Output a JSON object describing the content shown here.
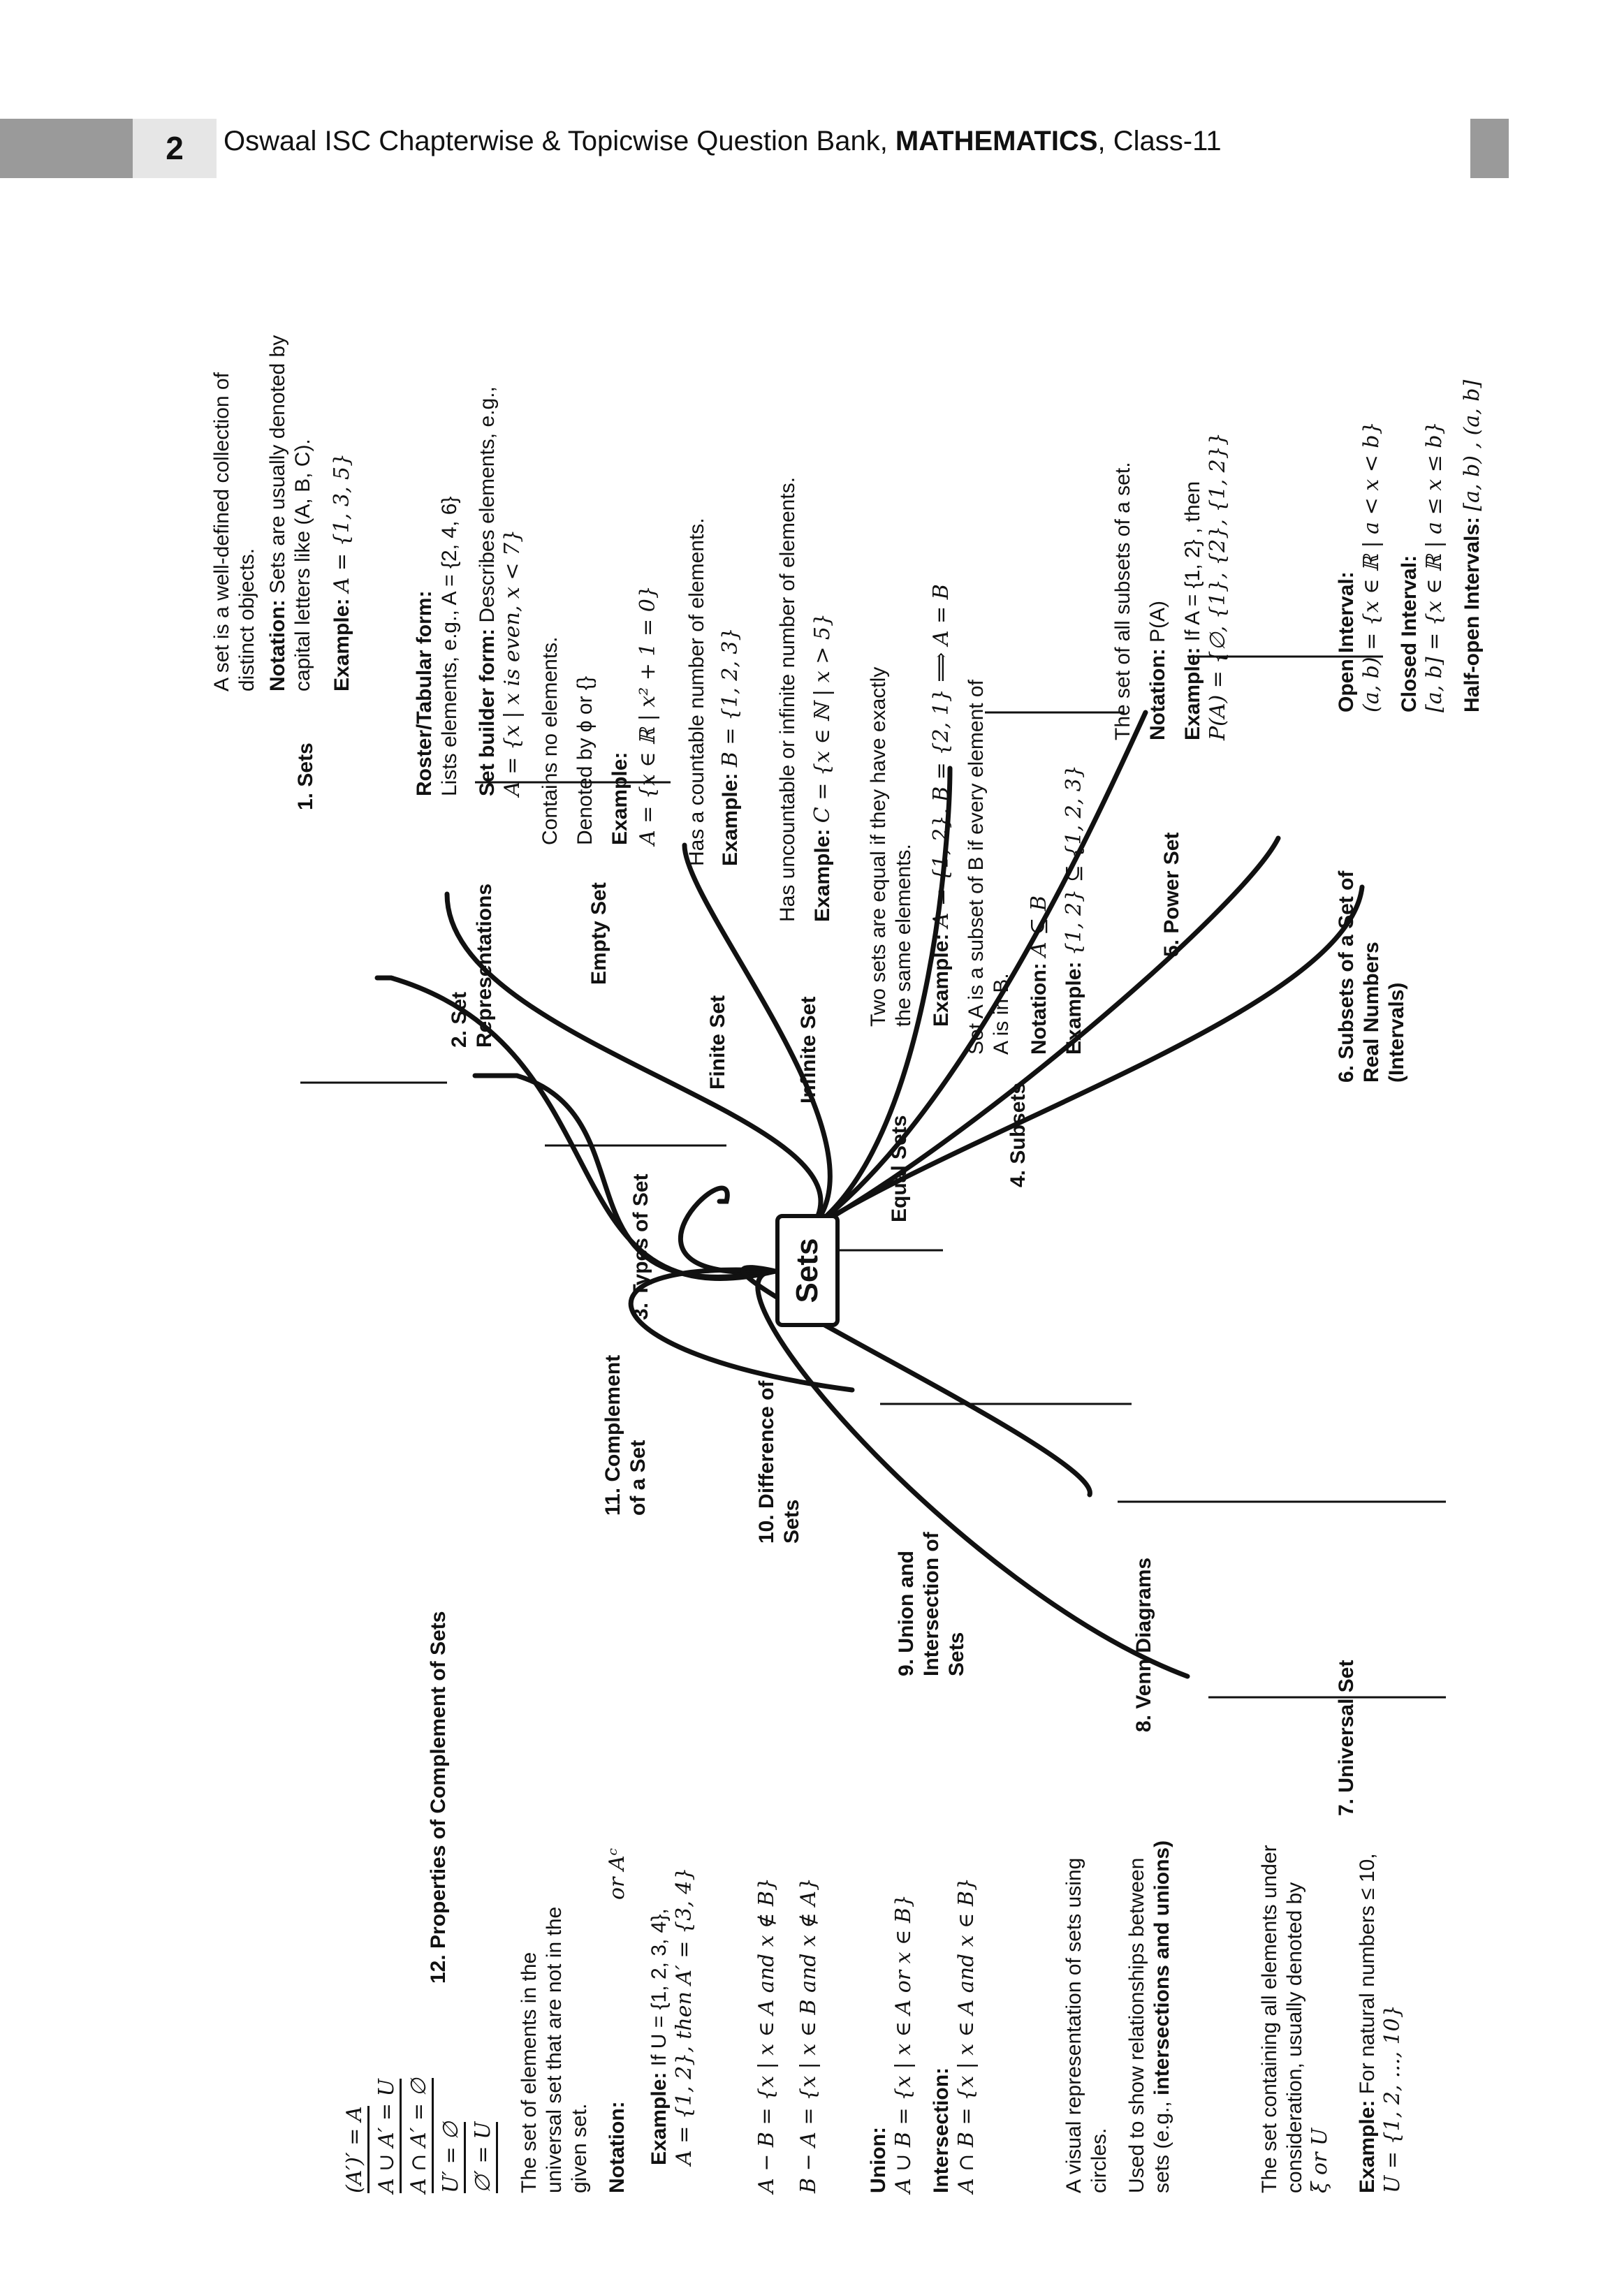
{
  "header": {
    "page_number": "2",
    "title_prefix": "Oswaal ISC Chapterwise & Topicwise Question Bank, ",
    "title_bold": "MATHEMATICS",
    "title_suffix": ", Class-11"
  },
  "center": "Sets",
  "topics": {
    "sets": {
      "label": "1. Sets",
      "definition_1": "A set is a well-defined collection of",
      "definition_2": "distinct objects.",
      "notation_label": "Notation:",
      "notation_1": "Sets are usually denoted by",
      "notation_2": "capital letters like (A, B, C).",
      "example_label": "Example:",
      "example": "A = {1, 3, 5}"
    },
    "representations": {
      "label_1": "2. Set",
      "label_2": "Representations",
      "roster_label": "Roster/Tabular form:",
      "roster_text": "Lists elements, e.g., A = {2, 4, 6}",
      "builder_label": "Set builder form:",
      "builder_text": "Describes elements,  e.g.,",
      "builder_example": "A = {x | x is even, x < 7}"
    },
    "types": {
      "label": "3. Types of Set",
      "empty_label": "Empty Set",
      "empty_1": "Contains no elements.",
      "empty_2": "Denoted by ϕ  or  {}",
      "empty_example_label": "Example:",
      "empty_example": "A = {x ∈ ℝ | x² + 1 = 0}",
      "finite_label": "Finite Set",
      "finite_1": "Has a countable number of elements.",
      "finite_example_label": "Example:",
      "finite_example": "B = {1, 2, 3}",
      "infinite_label": "Infinite Set",
      "infinite_1": "Has uncountable or infinite number of elements.",
      "infinite_example_label": "Example:",
      "infinite_example": "C = {x ∈ ℕ | x > 5}",
      "equal_label": "Equal Sets",
      "equal_1": "Two sets are equal if they have exactly",
      "equal_2": "the same elements.",
      "equal_example_label": "Example:",
      "equal_example": "A = {1, 2}, B = {2, 1} ⟹ A = B"
    },
    "subsets": {
      "label": "4. Subsets",
      "def_1": "Set  A  is a subset of B if every element of",
      "def_2": "A is in B.",
      "notation_label": "Notation:",
      "notation": "A ⊆ B",
      "example_label": "Example:",
      "example": "{1, 2} ⊆ {1, 2, 3}"
    },
    "power_set": {
      "label": "5. Power Set",
      "def": "The set of all subsets of a set.",
      "notation_label": "Notation:",
      "notation": "P(A)",
      "example_label": "Example:",
      "example_1": "If A = {1, 2} , then",
      "example_2": "P(A) = {∅, {1}, {2}, {1, 2}}"
    },
    "intervals": {
      "label_1": "6. Subsets of a Set of",
      "label_2": "Real Numbers",
      "label_3": "(Intervals)",
      "open_label": "Open Interval:",
      "open": "(a, b) = {x ∈ ℝ | a < x < b}",
      "closed_label": "Closed Interval:",
      "closed": "[a, b] = {x ∈ ℝ | a ≤ x ≤ b}",
      "half_label": "Half-open Intervals:",
      "half": "[a, b) , (a, b]"
    },
    "universal": {
      "label": "7. Universal Set",
      "def_1": "The set containing all elements under",
      "def_2": "consideration, usually denoted by",
      "def_3": "ξ or U",
      "example_label": "Example:",
      "example_1": "For natural numbers ≤ 10,",
      "example_2": "U = {1, 2, ..., 10}"
    },
    "venn": {
      "label": "8. Venn Diagrams",
      "def_1": "A visual representation of sets using",
      "def_2": "circles.",
      "use_1": "Used to show relationships between",
      "use_2_prefix": "sets (e.g., ",
      "use_2_bold": "intersections and unions)"
    },
    "union_intersection": {
      "label_1": "9. Union and",
      "label_2": "Intersection of",
      "label_3": "Sets",
      "union_label": "Union:",
      "union": "A ∪ B = {x | x ∈ A or x ∈ B}",
      "intersection_label": "Intersection:",
      "intersection": "A ∩ B = {x | x ∈ A and x ∈ B}"
    },
    "difference": {
      "label_1": "10. Difference of",
      "label_2": "Sets",
      "a_minus_b": "A − B = {x | x ∈ A and x ∉ B}",
      "b_minus_a": "B − A = {x | x ∈ B and x ∉ A}"
    },
    "complement": {
      "label_1": "11. Complement",
      "label_2": "of a Set",
      "def_1": "The set of elements in the",
      "def_2": "universal set that are not in the",
      "def_3": "given set.",
      "notation_label": "Notation:",
      "notation": "or Aᶜ",
      "example_label": "Example:",
      "example_1": "If  U = {1, 2, 3, 4},",
      "example_2": "A = {1, 2}, then A′ = {3, 4}"
    },
    "properties": {
      "label": "12. Properties of Complement of Sets",
      "p1": "(A′)′ = A",
      "p2": "A ∪ A′ = U",
      "p3": "A ∩ A′ = ∅",
      "p4": "U′ = ∅",
      "p5": "∅′ = U"
    }
  }
}
